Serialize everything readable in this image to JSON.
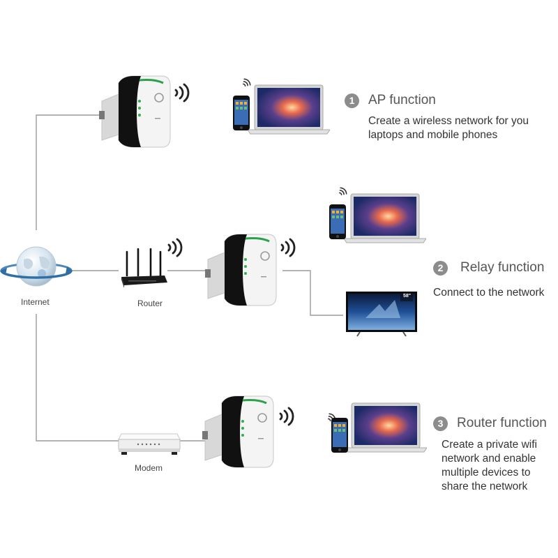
{
  "nodes": {
    "internet": "Internet",
    "router": "Router",
    "modem": "Modem"
  },
  "functions": [
    {
      "number": "1",
      "title": "AP function",
      "description": "Create a wireless network for you laptops and mobile phones"
    },
    {
      "number": "2",
      "title": "Relay function",
      "description": "Connect to the network"
    },
    {
      "number": "3",
      "title": "Router function",
      "description": "Create a private wifi network and enable multiple devices to share the network"
    }
  ],
  "tv_badge": "58\"",
  "icons": [
    "globe-icon",
    "router-icon",
    "modem-icon",
    "repeater-icon",
    "wifi-signal-icon",
    "laptop-icon",
    "phone-icon",
    "tv-icon"
  ],
  "colors": {
    "line": "#9a9a9a",
    "badge": "#8c8c8c",
    "device_white": "#f4f4f4",
    "device_black": "#111111"
  }
}
